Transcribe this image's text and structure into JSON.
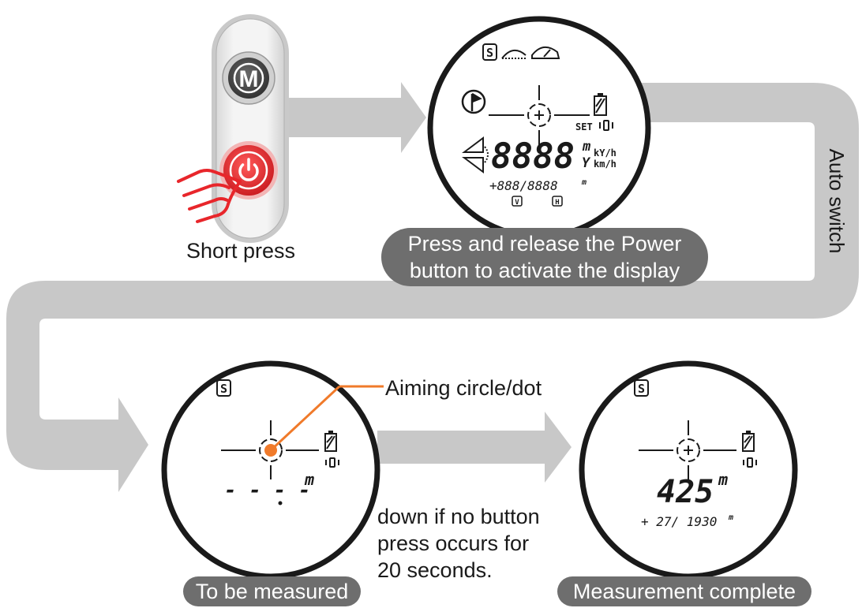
{
  "device": {
    "mode_button_label": "M",
    "action_label": "Short press"
  },
  "step1": {
    "caption_line1": "Press and release the Power",
    "caption_line2": "button to activate the display",
    "lcd": {
      "mode_badge": "S",
      "main_digits": "8888",
      "main_units_top": "m",
      "main_units_bottom": "Y",
      "speed_units_top": "kY/h",
      "speed_units_bottom": "km/h",
      "set_label": "SET",
      "sub_readout": "+888/8888",
      "sub_units": "m",
      "v_badge": "V",
      "h_badge": "H"
    }
  },
  "transition": {
    "auto_switch_label": "Auto switch"
  },
  "step2": {
    "caption": "To be measured",
    "callout": "Aiming circle/dot",
    "lcd": {
      "mode_badge": "S",
      "dash_readout": "- - - -",
      "unit": "m"
    }
  },
  "note": {
    "line1": "down if no button",
    "line2": "press occurs for",
    "line3": "20 seconds."
  },
  "step3": {
    "caption": "Measurement complete",
    "lcd": {
      "mode_badge": "S",
      "distance": "425",
      "unit": "m",
      "sub_readout": "+ 27/ 1930",
      "sub_unit": "m"
    }
  },
  "colors": {
    "arrow": "#c8c8c8",
    "pill": "#6e6e6e",
    "accent": "#e8262b",
    "callout": "#f07a2a",
    "ink": "#1a1a1a"
  },
  "icons": {
    "flag": "golf-flag-icon",
    "battery": "battery-icon",
    "vibration": "vibration-icon",
    "slope": "slope-angle-icon",
    "speedometer": "speedometer-icon",
    "hand": "pressing-hand-icon",
    "power": "power-icon"
  }
}
